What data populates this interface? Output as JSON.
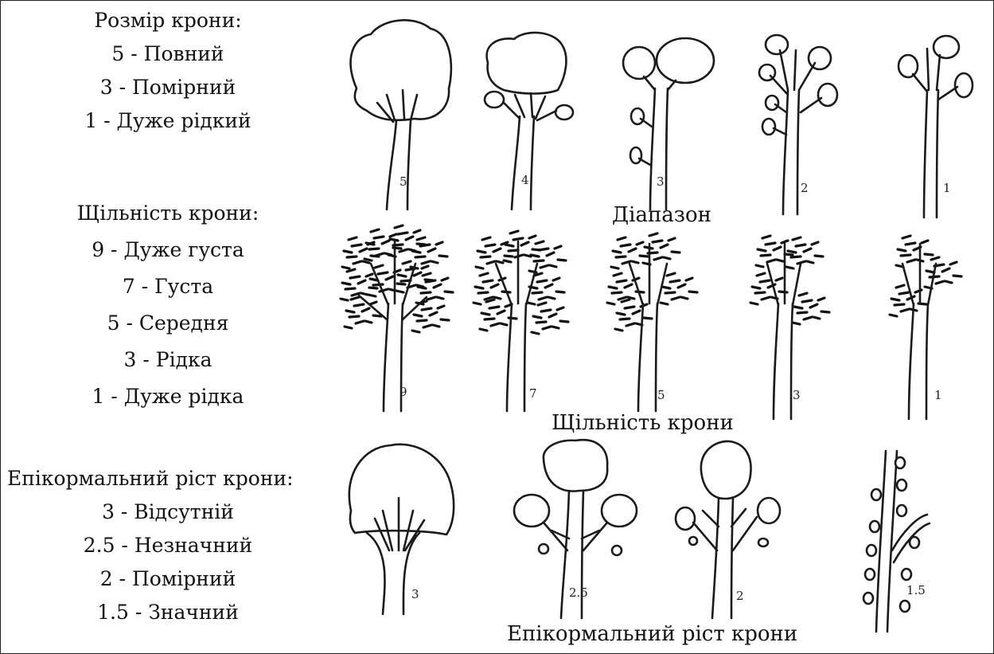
{
  "crown_size": {
    "heading": "Розмір крони:",
    "items": [
      "5 - Повний",
      "3 - Помірний",
      "1 - Дуже рідкий"
    ],
    "caption": "Діапазон",
    "tree_labels": [
      "5",
      "4",
      "3",
      "2",
      "1"
    ]
  },
  "crown_density": {
    "heading": "Щільність крони:",
    "items": [
      "9 - Дуже густа",
      "7 - Густа",
      "5 - Середня",
      "3 - Рідка",
      "1 - Дуже рідка"
    ],
    "caption": "Щільність крони",
    "tree_labels": [
      "9",
      "7",
      "5",
      "3",
      "1"
    ]
  },
  "epicormic_growth": {
    "heading": "Епікормальний ріст крони:",
    "items": [
      "3 - Відсутній",
      "2.5 - Незначний",
      "2 - Помірний",
      "1.5 - Значний"
    ],
    "caption": "Епікормальний ріст крони",
    "tree_labels": [
      "3",
      "2.5",
      "2",
      "1.5"
    ]
  }
}
